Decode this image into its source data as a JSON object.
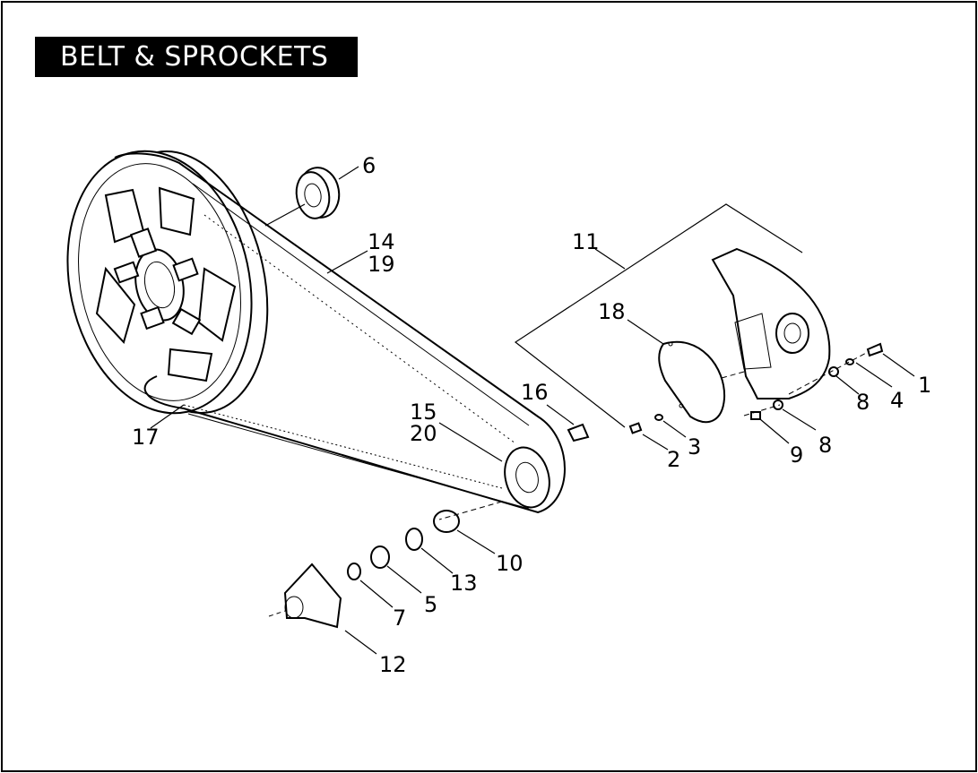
{
  "title": "BELT & SPROCKETS",
  "callouts": {
    "c1": "1",
    "c2": "2",
    "c3": "3",
    "c4": "4",
    "c5": "5",
    "c6": "6",
    "c7": "7",
    "c8a": "8",
    "c8b": "8",
    "c9": "9",
    "c10": "10",
    "c11": "11",
    "c12": "12",
    "c13": "13",
    "c14": "14",
    "c15": "15",
    "c16": "16",
    "c17": "17",
    "c18": "18",
    "c19": "19",
    "c20": "20"
  }
}
